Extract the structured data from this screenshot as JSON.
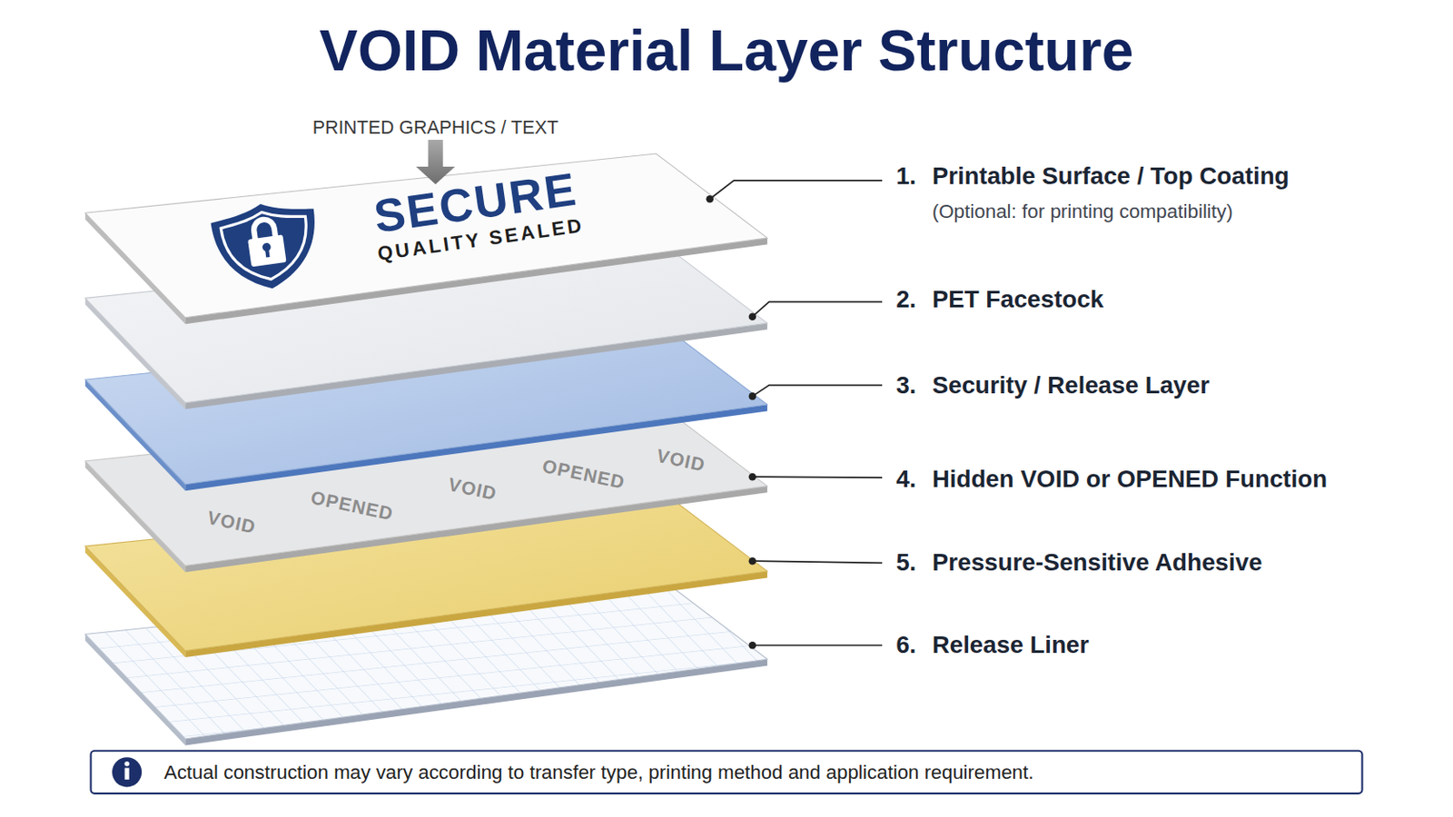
{
  "diagram": {
    "title": "VOID Material Layer Structure",
    "nodes": [
      {
        "text": [
          "SECURE",
          "QUALITY SEALED"
        ]
      },
      {
        "text": [
          "Actual construction may vary according to transfer type, printing method and application requirement."
        ]
      }
    ],
    "labels": [
      "PRINTED GRAPHICS / TEXT",
      "1.",
      "Printable Surface / Top Coating",
      "(Optional: for printing compatibility)",
      "2.",
      "PET Facestock",
      "3.",
      "Security / Release Layer",
      "4.",
      "Hidden VOID or OPENED Function",
      "5.",
      "Pressure-Sensitive Adhesive",
      "6.",
      "Release Liner",
      "VOID",
      "OPENED",
      "VOID",
      "OPENED",
      "VOID"
    ]
  }
}
